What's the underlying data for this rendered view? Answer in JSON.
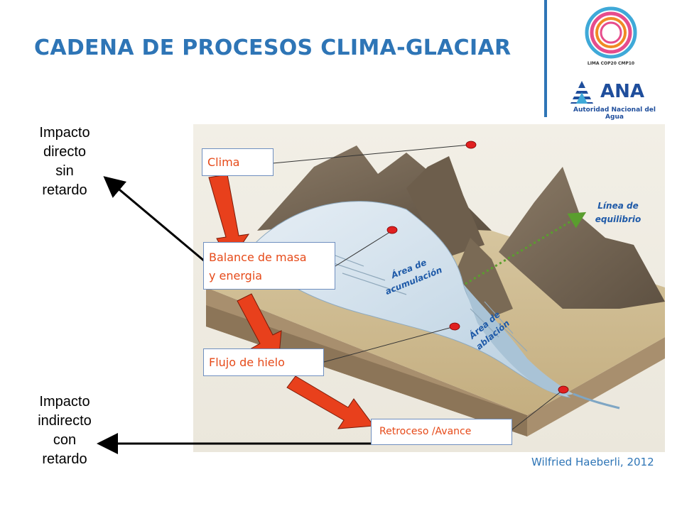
{
  "title": "CADENA DE PROCESOS CLIMA-GLACIAR",
  "logos": {
    "cop_text": "LIMA COP20 CMP10",
    "ana_name": "ANA",
    "ana_subtitle": "Autoridad Nacional del Agua"
  },
  "side_labels": {
    "direct": [
      "Impacto",
      "directo",
      "sin",
      "retardo"
    ],
    "indirect": [
      "Impacto",
      "indirecto",
      "con",
      "retardo"
    ]
  },
  "process_boxes": {
    "clima": "Clima",
    "balance_line1": "Balance de masa",
    "balance_line2": "y energia",
    "flujo": "Flujo de hielo",
    "retroceso": "Retroceso /Avance"
  },
  "diagram_labels": {
    "equilibrio_line1": "Línea de",
    "equilibrio_line2": "equilibrio",
    "acumulacion_line1": "Área de",
    "acumulacion_line2": "acumulación",
    "ablacion_line1": "Área de",
    "ablacion_line2": "ablación"
  },
  "credit": "Wilfried Haeberli, 2012",
  "colors": {
    "title": "#2e75b6",
    "box_text": "#e64a19",
    "arrow": "#e8401c",
    "diagram_label": "#1f5aa8",
    "equilibrium_line": "#5a9e2e"
  }
}
